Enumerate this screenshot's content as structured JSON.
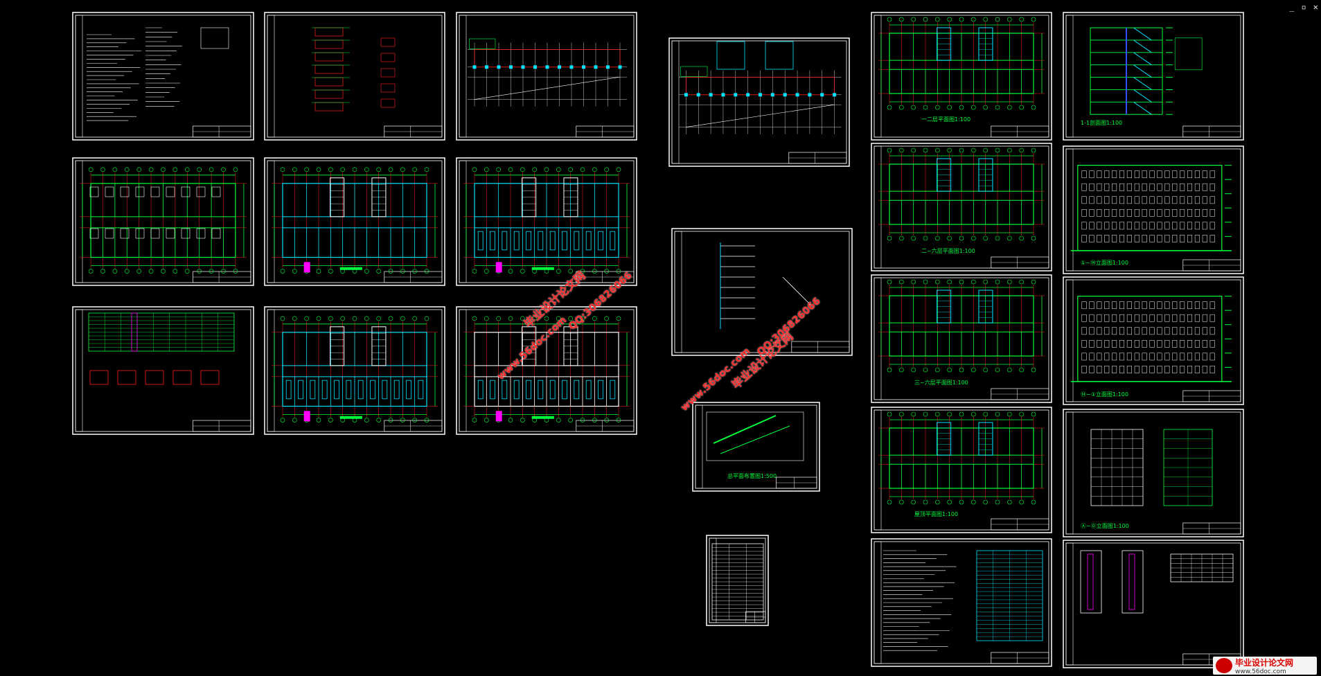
{
  "window": {
    "controls": [
      "_",
      "▫",
      "✕"
    ]
  },
  "colors": {
    "background": "#000000",
    "frame": "#ffffff",
    "line": "#00ff3c",
    "axis": "#ff2020",
    "wall": "#00e5ff",
    "accent": "#ff00ff",
    "note": "#00ff3c"
  },
  "sheet_labels": {
    "a1": "一二层平面图1:100",
    "a2": "二~六层平面图1:100",
    "a3": "三~六层平面图1:100",
    "a4": "屋顶平面图1:100",
    "b1": "1-1剖面图1:100",
    "b2": "①~⑭立面图1:100",
    "b3": "⑭~①立面图1:100",
    "b4": "Ⓐ~Ⓓ立面图1:100",
    "site": "总平面布置图1:500"
  },
  "watermarks": {
    "brand": "毕业设计论文网",
    "site": "www.56doc.com",
    "qq": "QQ:306826066"
  },
  "logo": {
    "name": "毕业设计论文网",
    "url": "www.56doc.com"
  }
}
